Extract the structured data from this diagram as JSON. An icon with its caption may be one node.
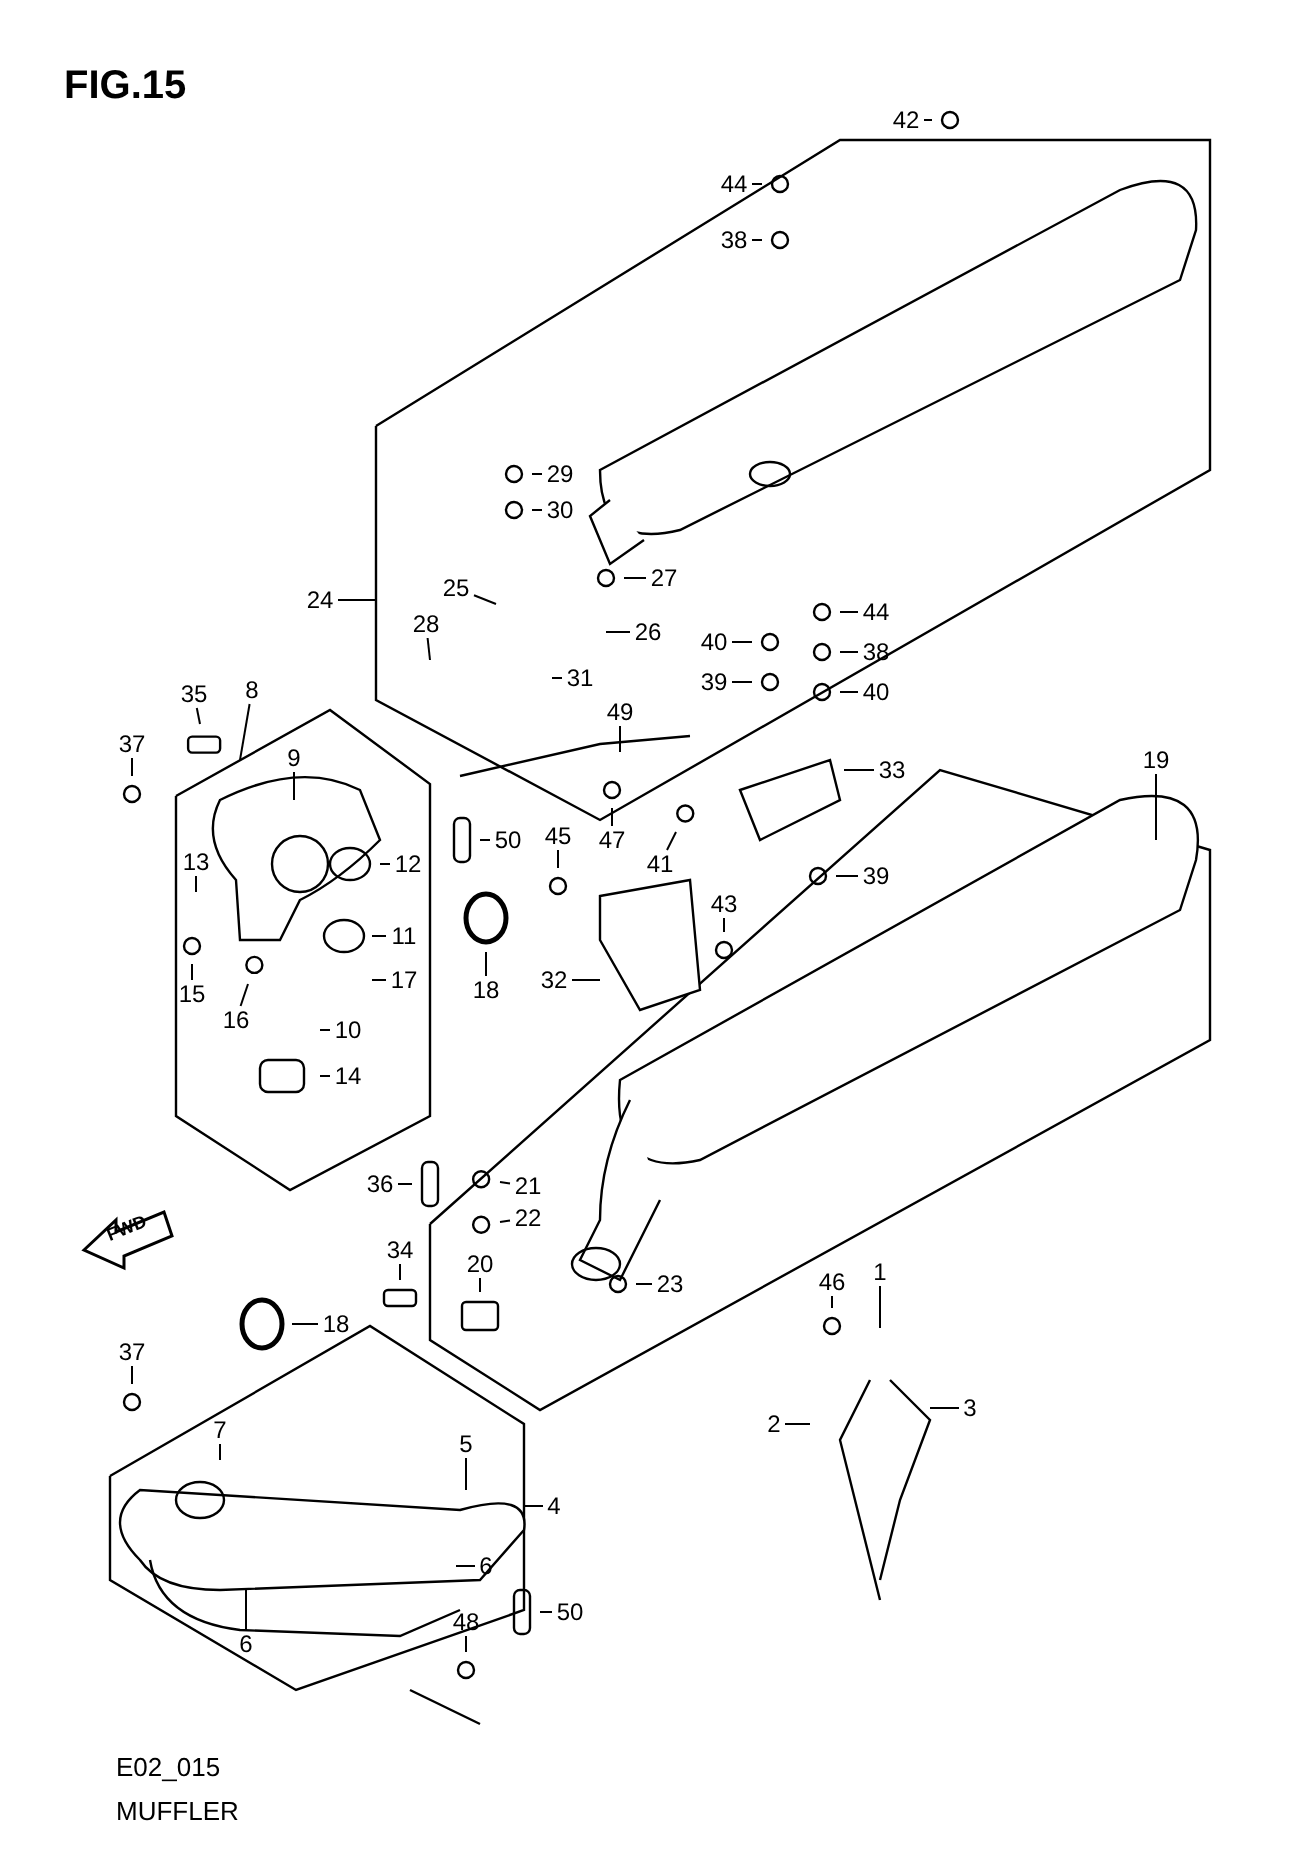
{
  "diagram": {
    "title": "FIG.15",
    "caption": "MUFFLER",
    "nodes": [
      {
        "text": [
          "42"
        ]
      },
      {
        "text": [
          "44"
        ]
      },
      {
        "text": [
          "38"
        ]
      },
      {
        "text": [
          "29"
        ]
      },
      {
        "text": [
          "30"
        ]
      },
      {
        "text": [
          "27"
        ]
      },
      {
        "text": [
          "26"
        ]
      },
      {
        "text": [
          "25"
        ]
      },
      {
        "text": [
          "24"
        ]
      },
      {
        "text": [
          "28"
        ]
      },
      {
        "text": [
          "31"
        ]
      },
      {
        "text": [
          "40"
        ]
      },
      {
        "text": [
          "44"
        ]
      },
      {
        "text": [
          "38"
        ]
      },
      {
        "text": [
          "40"
        ]
      },
      {
        "text": [
          "39"
        ]
      },
      {
        "text": [
          "49"
        ]
      },
      {
        "text": [
          "35"
        ]
      },
      {
        "text": [
          "8"
        ]
      },
      {
        "text": [
          "37"
        ]
      },
      {
        "text": [
          "33"
        ]
      },
      {
        "text": [
          "19"
        ]
      },
      {
        "text": [
          "9"
        ]
      },
      {
        "text": [
          "45"
        ]
      },
      {
        "text": [
          "47"
        ]
      },
      {
        "text": [
          "41"
        ]
      },
      {
        "text": [
          "50"
        ]
      },
      {
        "text": [
          "39"
        ]
      },
      {
        "text": [
          "13"
        ]
      },
      {
        "text": [
          "12"
        ]
      },
      {
        "text": [
          "43"
        ]
      },
      {
        "text": [
          "11"
        ]
      },
      {
        "text": [
          "17"
        ]
      },
      {
        "text": [
          "15"
        ]
      },
      {
        "text": [
          "16"
        ]
      },
      {
        "text": [
          "18"
        ]
      },
      {
        "text": [
          "32"
        ]
      },
      {
        "text": [
          "10"
        ]
      },
      {
        "text": [
          "14"
        ]
      },
      {
        "text": [
          "36"
        ]
      },
      {
        "text": [
          "21"
        ]
      },
      {
        "text": [
          "22"
        ]
      },
      {
        "text": [
          "34"
        ]
      },
      {
        "text": [
          "20"
        ]
      },
      {
        "text": [
          "46"
        ]
      },
      {
        "text": [
          "1"
        ]
      },
      {
        "text": [
          "23"
        ]
      },
      {
        "text": [
          "18"
        ]
      },
      {
        "text": [
          "3"
        ]
      },
      {
        "text": [
          "2"
        ]
      },
      {
        "text": [
          "37"
        ]
      },
      {
        "text": [
          "7"
        ]
      },
      {
        "text": [
          "5"
        ]
      },
      {
        "text": [
          "4"
        ]
      },
      {
        "text": [
          "6"
        ]
      },
      {
        "text": [
          "48"
        ]
      },
      {
        "text": [
          "50"
        ]
      },
      {
        "text": [
          "6"
        ]
      }
    ],
    "edges": [
      {
        "from": 0,
        "to": null,
        "arrow": "none"
      },
      {
        "from": 1,
        "to": null,
        "arrow": "none"
      },
      {
        "from": 2,
        "to": null,
        "arrow": "none"
      },
      {
        "from": 3,
        "to": null,
        "arrow": "none"
      },
      {
        "from": 4,
        "to": null,
        "arrow": "none"
      },
      {
        "from": 5,
        "to": null,
        "arrow": "none"
      },
      {
        "from": 6,
        "to": null,
        "arrow": "none"
      },
      {
        "from": 7,
        "to": null,
        "arrow": "none"
      },
      {
        "from": 8,
        "to": null,
        "arrow": "none"
      },
      {
        "from": 9,
        "to": null,
        "arrow": "none"
      },
      {
        "from": 10,
        "to": null,
        "arrow": "none"
      },
      {
        "from": 11,
        "to": null,
        "arrow": "none"
      },
      {
        "from": 12,
        "to": null,
        "arrow": "none"
      },
      {
        "from": 13,
        "to": null,
        "arrow": "none"
      },
      {
        "from": 14,
        "to": null,
        "arrow": "none"
      },
      {
        "from": 15,
        "to": null,
        "arrow": "none"
      },
      {
        "from": 16,
        "to": null,
        "arrow": "none"
      },
      {
        "from": 17,
        "to": null,
        "arrow": "none"
      },
      {
        "from": 18,
        "to": null,
        "arrow": "none"
      },
      {
        "from": 19,
        "to": null,
        "arrow": "none"
      },
      {
        "from": 20,
        "to": null,
        "arrow": "none"
      },
      {
        "from": 21,
        "to": null,
        "arrow": "none"
      },
      {
        "from": 22,
        "to": null,
        "arrow": "none"
      },
      {
        "from": 23,
        "to": null,
        "arrow": "none"
      },
      {
        "from": 24,
        "to": null,
        "arrow": "none"
      },
      {
        "from": 25,
        "to": null,
        "arrow": "none"
      },
      {
        "from": 26,
        "to": null,
        "arrow": "none"
      },
      {
        "from": 27,
        "to": null,
        "arrow": "none"
      },
      {
        "from": 28,
        "to": null,
        "arrow": "none"
      },
      {
        "from": 29,
        "to": null,
        "arrow": "none"
      },
      {
        "from": 30,
        "to": null,
        "arrow": "none"
      },
      {
        "from": 31,
        "to": null,
        "arrow": "none"
      },
      {
        "from": 32,
        "to": null,
        "arrow": "none"
      },
      {
        "from": 33,
        "to": null,
        "arrow": "none"
      },
      {
        "from": 34,
        "to": null,
        "arrow": "none"
      },
      {
        "from": 35,
        "to": null,
        "arrow": "none"
      },
      {
        "from": 36,
        "to": null,
        "arrow": "none"
      },
      {
        "from": 37,
        "to": null,
        "arrow": "none"
      },
      {
        "from": 38,
        "to": null,
        "arrow": "none"
      },
      {
        "from": 39,
        "to": null,
        "arrow": "none"
      },
      {
        "from": 40,
        "to": null,
        "arrow": "none"
      },
      {
        "from": 41,
        "to": null,
        "arrow": "none"
      },
      {
        "from": 42,
        "to": null,
        "arrow": "none"
      },
      {
        "from": 43,
        "to": null,
        "arrow": "none"
      },
      {
        "from": 44,
        "to": null,
        "arrow": "none"
      },
      {
        "from": 45,
        "to": null,
        "arrow": "none"
      },
      {
        "from": 46,
        "to": null,
        "arrow": "none"
      },
      {
        "from": 47,
        "to": null,
        "arrow": "none"
      },
      {
        "from": 48,
        "to": null,
        "arrow": "none"
      },
      {
        "from": 49,
        "to": null,
        "arrow": "none"
      },
      {
        "from": 50,
        "to": null,
        "arrow": "none"
      },
      {
        "from": 51,
        "to": null,
        "arrow": "none"
      },
      {
        "from": 52,
        "to": null,
        "arrow": "none"
      },
      {
        "from": 53,
        "to": null,
        "arrow": "none"
      },
      {
        "from": 54,
        "to": null,
        "arrow": "none"
      },
      {
        "from": 55,
        "to": null,
        "arrow": "none"
      },
      {
        "from": 56,
        "to": null,
        "arrow": "none"
      },
      {
        "from": 57,
        "to": null,
        "arrow": "none"
      }
    ],
    "labels": [
      "FWD",
      "E02_015"
    ]
  }
}
